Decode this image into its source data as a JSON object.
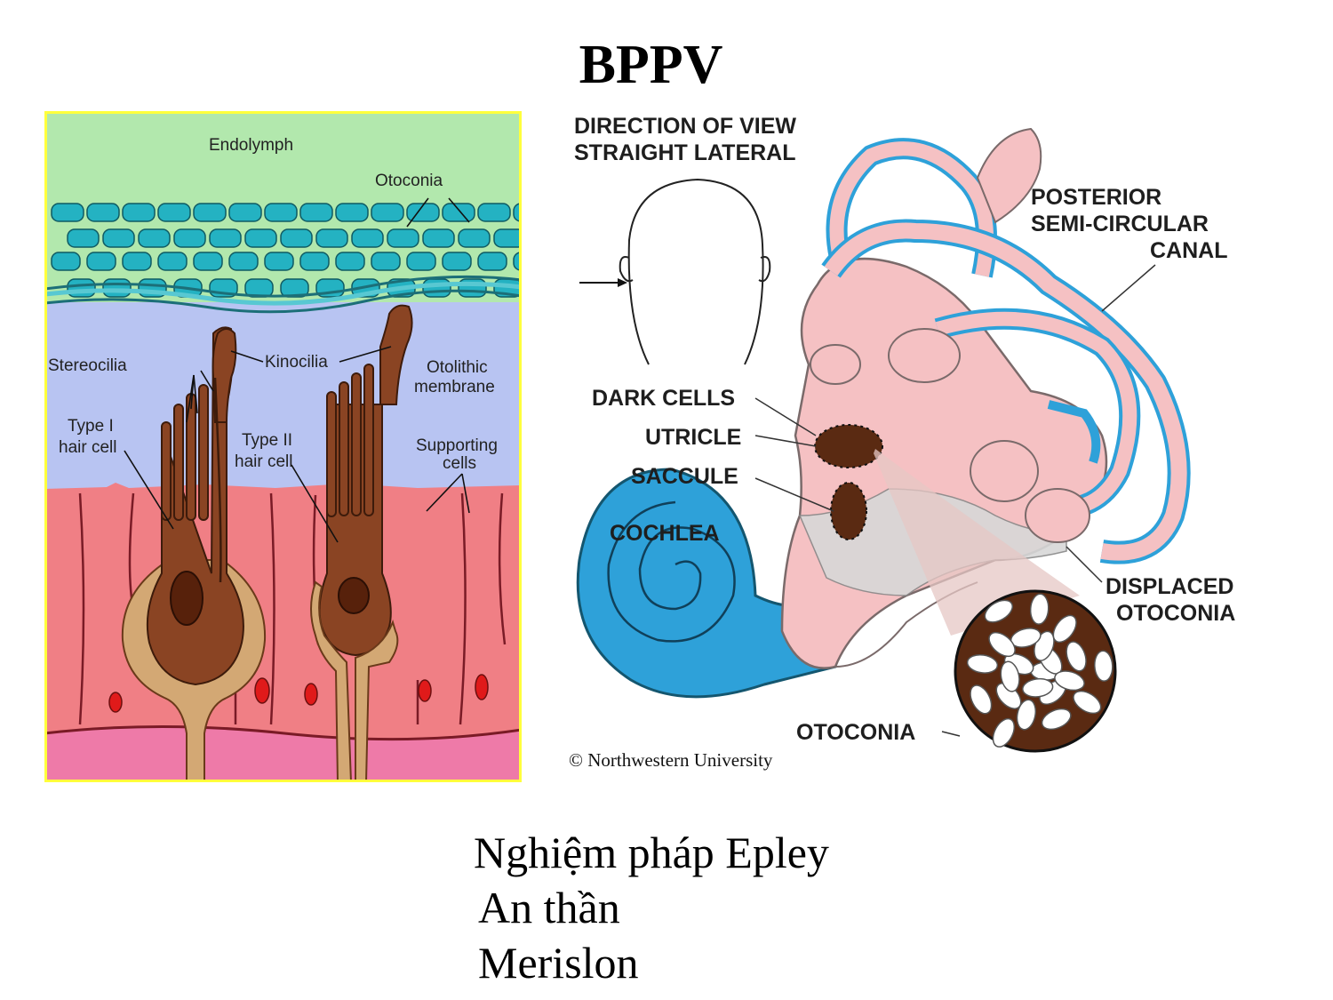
{
  "slide": {
    "title": "BPPV",
    "bullets": [
      "Nghiệm pháp Epley",
      "An thần",
      "Merislon"
    ]
  },
  "hair_cell_diagram": {
    "labels": {
      "endolymph": "Endolymph",
      "otoconia": "Otoconia",
      "stereocilia": "Stereocilia",
      "kinocilia": "Kinocilia",
      "otolithic_1": "Otolithic",
      "otolithic_2": "membrane",
      "type1_1": "Type I",
      "type1_2": "hair cell",
      "type2_1": "Type II",
      "type2_2": "hair cell",
      "supporting_1": "Supporting",
      "supporting_2": "cells"
    }
  },
  "ear_diagram": {
    "labels": {
      "direction_1": "DIRECTION OF VIEW",
      "direction_2": "STRAIGHT LATERAL",
      "posterior_1": "POSTERIOR",
      "posterior_2": "SEMI-CIRCULAR",
      "posterior_3": "CANAL",
      "dark_cells": "DARK CELLS",
      "utricle": "UTRICLE",
      "saccule": "SACCULE",
      "cochlea": "COCHLEA",
      "displaced_1": "DISPLACED",
      "displaced_2": "OTOCONIA",
      "otoconia": "OTOCONIA",
      "copyright": "©   Northwestern University"
    }
  },
  "colors": {
    "endolymph": "#b2e8ad",
    "otolithic": "#b8c4f2",
    "tissue": "#f07f85",
    "basement": "#ee7aa8",
    "otoconia": "#24b2c2",
    "hair_cell": "#8a4423",
    "labyrinth": "#f5c1c3",
    "canal_blue": "#2ea1d9",
    "frame": "#ffff3c"
  }
}
